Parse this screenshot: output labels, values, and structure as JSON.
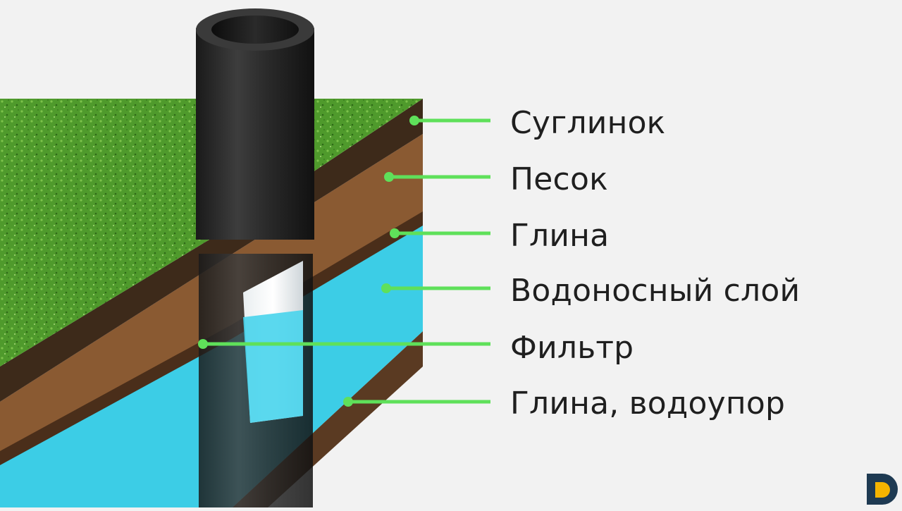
{
  "diagram": {
    "layers": [
      {
        "label": "Суглинок"
      },
      {
        "label": "Песок"
      },
      {
        "label": "Глина"
      },
      {
        "label": "Водоносный слой"
      },
      {
        "label": "Фильтр"
      },
      {
        "label": "Глина, водоупор"
      }
    ]
  },
  "colors": {
    "background": "#f2f2f2",
    "grass": "#4f9a2c",
    "topsoil": "#4a3220",
    "sand": "#8a5a32",
    "clay": "#5a3a22",
    "aquifer": "#3ccde6",
    "pipe": "#2b2b2b",
    "leader_line": "#5fe05a",
    "logo_dark": "#1e3a52",
    "logo_accent": "#f5b400"
  }
}
